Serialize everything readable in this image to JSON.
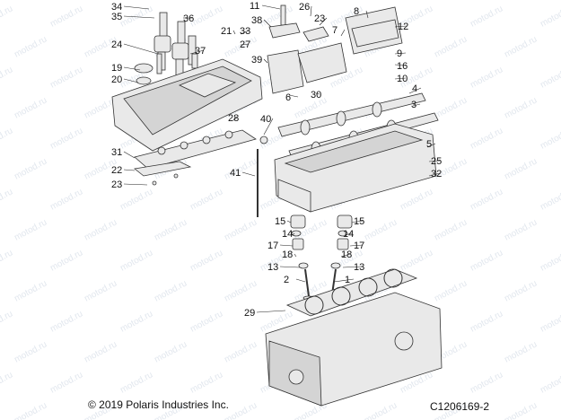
{
  "watermark": "motod.ru",
  "copyright": "© 2019 Polaris Industries Inc.",
  "figure_id": "C1206169-2",
  "callouts": [
    "34",
    "35",
    "36",
    "24",
    "19",
    "20",
    "37",
    "21",
    "33",
    "27",
    "11",
    "38",
    "39",
    "26",
    "23",
    "8",
    "7",
    "12",
    "9",
    "16",
    "10",
    "22",
    "30",
    "6",
    "4",
    "3",
    "28",
    "40",
    "5",
    "31",
    "25",
    "32",
    "41",
    "23",
    "15",
    "14",
    "17",
    "18",
    "13",
    "2",
    "15",
    "14",
    "17",
    "18",
    "13",
    "1",
    "29"
  ],
  "colors": {
    "line": "#333333",
    "fill": "#e9e9e9",
    "watermark": "#c9d3e0"
  }
}
